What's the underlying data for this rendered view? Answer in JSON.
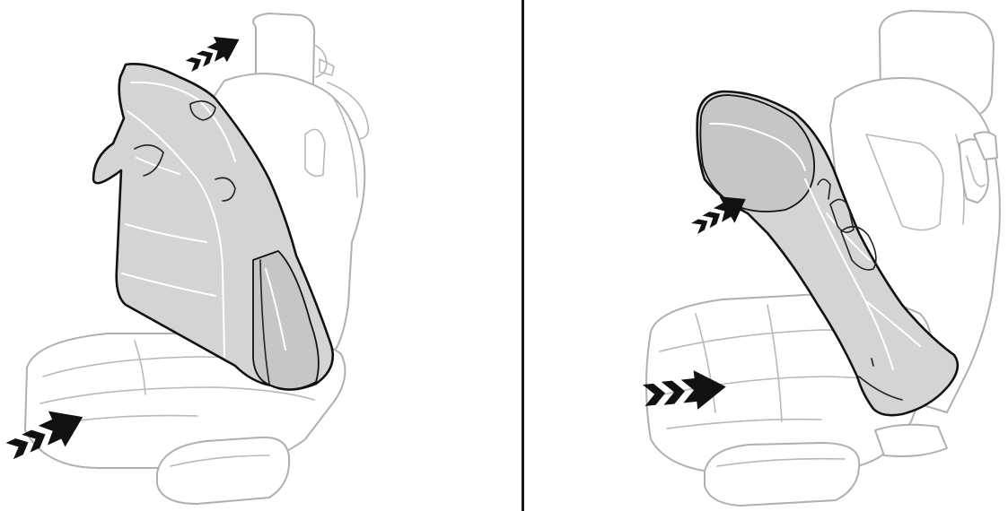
{
  "figure": {
    "panels": [
      {
        "id": "left",
        "subject": "seat-with-backrest-cover",
        "arrow_count": 2
      },
      {
        "id": "right",
        "subject": "seat-with-backrest-cover",
        "arrow_count": 2
      }
    ],
    "arrow_style": "dashed-chevron-arrow",
    "colors": {
      "cover_fill": "#d4d4d4",
      "cover_stroke": "#111111",
      "seat_stroke": "#b0b0b0",
      "arrow": "#111111",
      "divider": "#1a1a1a"
    }
  }
}
